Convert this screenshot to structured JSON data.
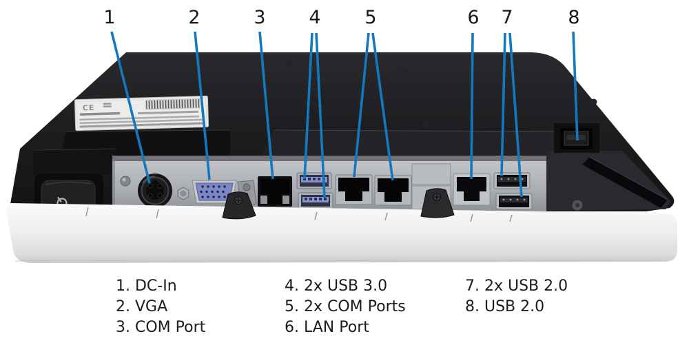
{
  "figure": {
    "kind": "rear-io-port-callout-diagram",
    "background": "#ffffff",
    "colors": {
      "callout_blue": "#1478be",
      "device_black": "#1d1d20",
      "panel_silver": "#b2b5b9",
      "bezel_white": "#f2f2f3",
      "vga_blue": "#7d88c7",
      "usb3_blue": "#8795d2"
    }
  },
  "callouts": [
    {
      "num": "1",
      "label": "DC-In"
    },
    {
      "num": "2",
      "label": "VGA"
    },
    {
      "num": "3",
      "label": "COM Port"
    },
    {
      "num": "4",
      "label": "2x USB 3.0"
    },
    {
      "num": "5",
      "label": "2x COM Ports"
    },
    {
      "num": "6",
      "label": "LAN Port"
    },
    {
      "num": "7",
      "label": "2x USB 2.0"
    },
    {
      "num": "8",
      "label": "USB 2.0"
    }
  ],
  "legend": {
    "columns": [
      {
        "items": [
          {
            "text": "1. DC-In"
          },
          {
            "text": "2. VGA"
          },
          {
            "text": "3. COM Port"
          }
        ]
      },
      {
        "items": [
          {
            "text": "4. 2x USB 3.0"
          },
          {
            "text": "5. 2x COM Ports"
          },
          {
            "text": "6. LAN Port"
          }
        ]
      },
      {
        "items": [
          {
            "text": "7. 2x USB 2.0"
          },
          {
            "text": "8. USB 2.0"
          }
        ]
      }
    ]
  },
  "device": {
    "label": {
      "ce_mark": "CE"
    },
    "power_icon": "power-symbol"
  }
}
